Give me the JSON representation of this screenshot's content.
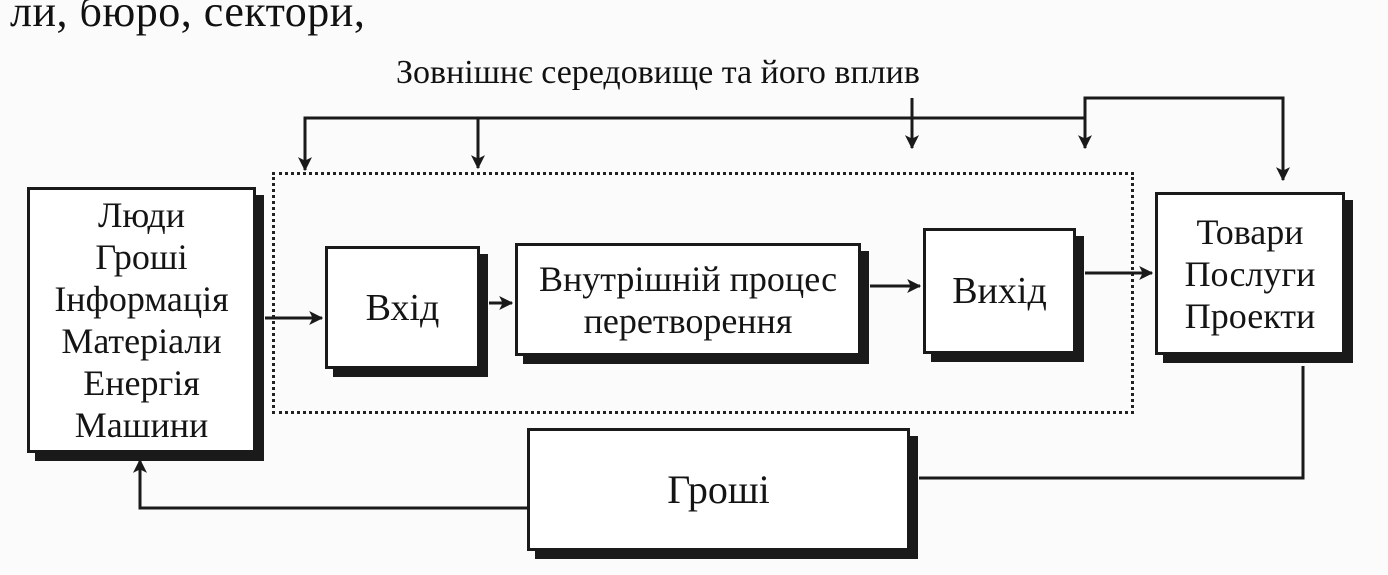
{
  "page_fragment": "ли, бюро, сектори,",
  "diagram": {
    "environment_label": "Зовнішнє середовище та його вплив",
    "inputs_box": {
      "lines": [
        "Люди",
        "Гроші",
        "Інформація",
        "Матеріали",
        "Енергія",
        "Машини"
      ]
    },
    "input_box": {
      "label": "Вхід"
    },
    "process_box": {
      "lines": [
        "Внутрішній процес",
        "перетворення"
      ]
    },
    "output_box": {
      "label": "Вихід"
    },
    "products_box": {
      "lines": [
        "Товари",
        "Послуги",
        "Проекти"
      ]
    },
    "money_box": {
      "label": "Гроші"
    }
  },
  "colors": {
    "ink": "#1a1a1a",
    "paper": "#fbfbfb"
  }
}
